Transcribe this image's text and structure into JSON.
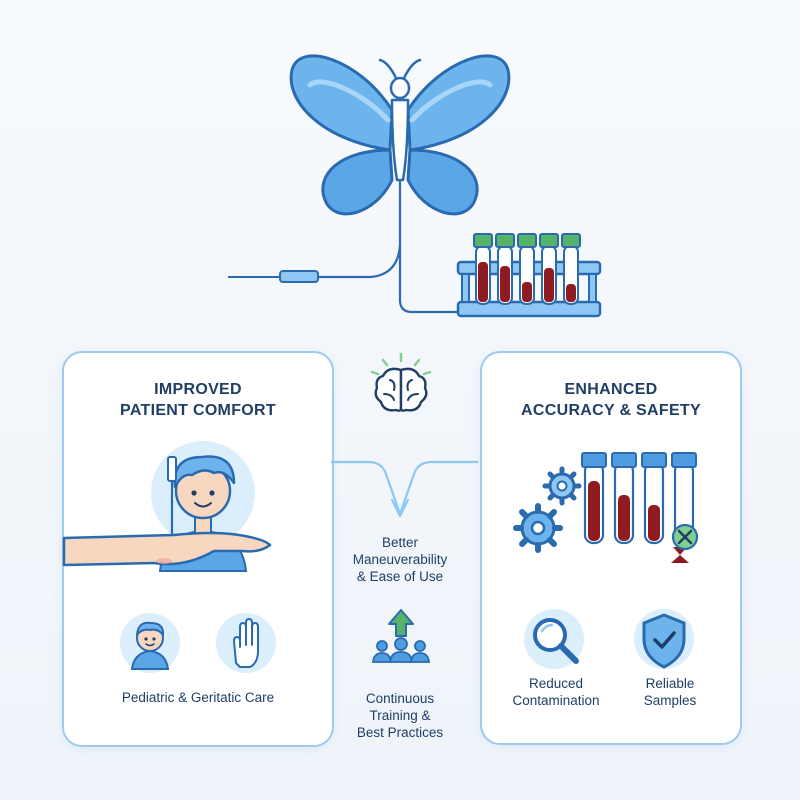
{
  "left_card": {
    "title_line1": "IMPROVED",
    "title_line2": "PATIENT COMFORT",
    "caption": "Pediatric & Geritatic Care"
  },
  "right_card": {
    "title_line1": "ENHANCED",
    "title_line2": "ACCURACY & SAFETY",
    "item1_line1": "Reduced",
    "item1_line2": "Contamination",
    "item2_line1": "Reliable",
    "item2_line2": "Samples"
  },
  "center": {
    "benefit_line1": "Better",
    "benefit_line2": "Maneuverability",
    "benefit_line3": "& Ease of Use",
    "training_line1": "Continuous",
    "training_line2": "Training &",
    "training_line3": "Best Practices"
  },
  "colors": {
    "blue_light": "#8ec7f3",
    "blue_mid": "#4f9de0",
    "blue_dark": "#2a6bb0",
    "navy": "#1f3f66",
    "blood": "#8e1b22",
    "cap_green": "#57b36a"
  }
}
